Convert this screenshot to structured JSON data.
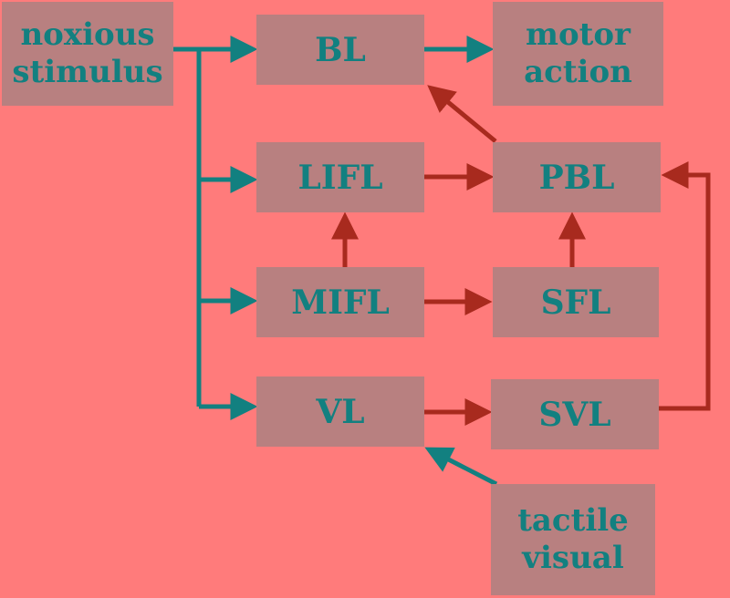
{
  "colors": {
    "background": "#ff7b7b",
    "box_fill": "#b88080",
    "text": "#128080",
    "teal_arrow": "#128080",
    "red_arrow": "#a82a1e"
  },
  "nodes": {
    "noxious": {
      "line1": "noxious",
      "line2": "stimulus"
    },
    "bl": {
      "label": "BL"
    },
    "motor": {
      "line1": "motor",
      "line2": "action"
    },
    "lifl": {
      "label": "LIFL"
    },
    "pbl": {
      "label": "PBL"
    },
    "mifl": {
      "label": "MIFL"
    },
    "sfl": {
      "label": "SFL"
    },
    "vl": {
      "label": "VL"
    },
    "svl": {
      "label": "SVL"
    },
    "tactile": {
      "line1": "tactile",
      "line2": "visual"
    }
  },
  "edges": [
    {
      "from": "noxious stimulus",
      "to": "BL",
      "color": "teal"
    },
    {
      "from": "noxious stimulus",
      "to": "LIFL",
      "color": "teal"
    },
    {
      "from": "noxious stimulus",
      "to": "MIFL",
      "color": "teal"
    },
    {
      "from": "noxious stimulus",
      "to": "VL",
      "color": "teal"
    },
    {
      "from": "BL",
      "to": "motor action",
      "color": "teal"
    },
    {
      "from": "PBL",
      "to": "BL",
      "color": "red"
    },
    {
      "from": "LIFL",
      "to": "PBL",
      "color": "red"
    },
    {
      "from": "MIFL",
      "to": "LIFL",
      "color": "red"
    },
    {
      "from": "MIFL",
      "to": "SFL",
      "color": "red"
    },
    {
      "from": "SFL",
      "to": "PBL",
      "color": "red"
    },
    {
      "from": "VL",
      "to": "SVL",
      "color": "red"
    },
    {
      "from": "SVL",
      "to": "PBL",
      "color": "red"
    },
    {
      "from": "tactile visual",
      "to": "VL",
      "color": "teal"
    }
  ]
}
